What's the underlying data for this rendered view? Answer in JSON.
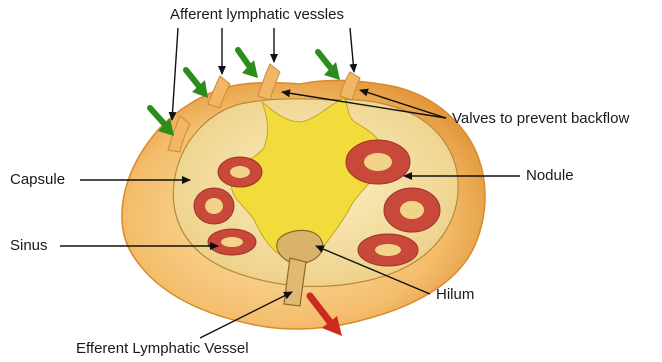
{
  "labels": {
    "afferent": "Afferent lymphatic vessles",
    "valves": "Valves to prevent backflow",
    "capsule": "Capsule",
    "nodule": "Nodule",
    "sinus": "Sinus",
    "hilum": "Hilum",
    "efferent": "Efferent Lymphatic Vessel"
  },
  "colors": {
    "capsule_outer": "#f2b766",
    "capsule_edge": "#e39a3c",
    "cortex": "#f6e2a2",
    "medulla": "#f2dd3a",
    "nodule": "#c9483a",
    "nodule_center": "#f1d48a",
    "inflow_arrow": "#2e8b1e",
    "outflow_arrow": "#cc2a1c",
    "leader_line": "#111111"
  }
}
